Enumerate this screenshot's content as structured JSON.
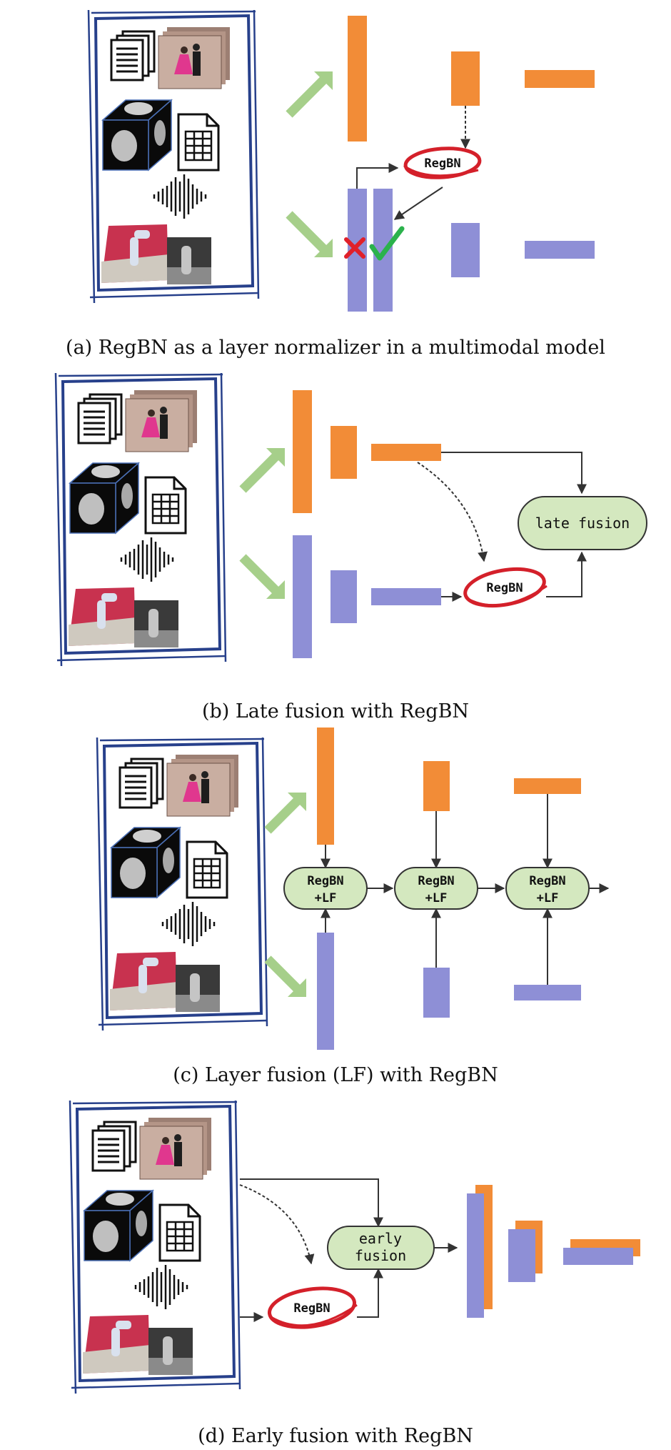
{
  "labels": {
    "regbn": "RegBN",
    "regbn_lf_line1": "RegBN",
    "regbn_lf_line2": "+LF",
    "late_fusion": "late fusion",
    "early_fusion_line1": "early",
    "early_fusion_line2": "fusion"
  },
  "captions": {
    "a": "(a) RegBN as a layer normalizer in a multimodal model",
    "b": "(b) Late fusion with RegBN",
    "c": "(c) Layer fusion (LF) with RegBN",
    "d": "(d) Early fusion with RegBN"
  },
  "icons": {
    "documents": "documents-stack-icon",
    "dance_photo": "dancing-couple-photo",
    "brain_cube": "brain-mri-cube-icon",
    "table_file": "spreadsheet-file-icon",
    "audio_wave": "audio-waveform-icon",
    "robot_photo": "robot-arm-rgb-depth-photo",
    "cross_mark": "red-cross-icon",
    "check_mark": "green-check-icon"
  },
  "colors": {
    "orange": "#f28c37",
    "purple": "#8e8fd6",
    "green_arrow": "#a6cf8a",
    "fusion_box": "#d4e8bf",
    "frame_blue": "#27408b",
    "regbn_ring": "#d4202a",
    "cross": "#e0202a",
    "check": "#2bb24c"
  }
}
